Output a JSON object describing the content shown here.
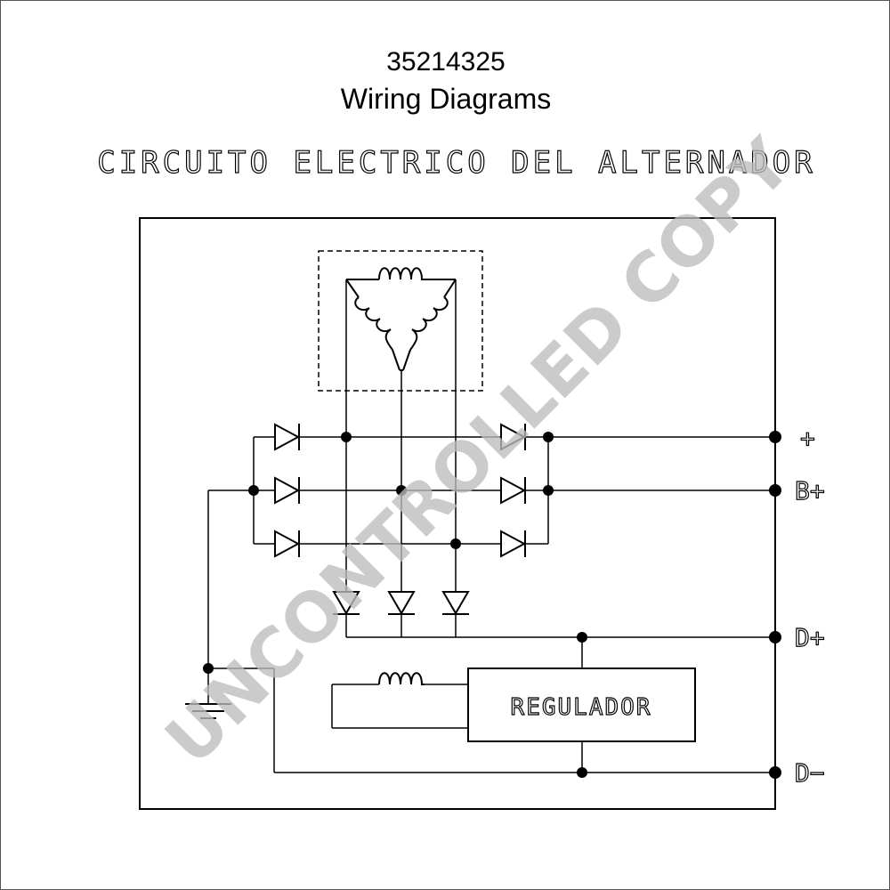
{
  "header": {
    "part_number": "35214325",
    "title": "Wiring Diagrams"
  },
  "diagram": {
    "heading": "CIRCUITO ELECTRICO DEL ALTERNADOR",
    "regulator_label": "REGULADOR",
    "terminals": {
      "plus": "+",
      "b_plus": "B+",
      "d_plus": "D+",
      "d_minus": "D−"
    }
  },
  "watermark": {
    "text": "UNCONTROLLED COPY",
    "color": "#bdbdbd"
  },
  "colors": {
    "line": "#000000",
    "background": "#ffffff"
  }
}
